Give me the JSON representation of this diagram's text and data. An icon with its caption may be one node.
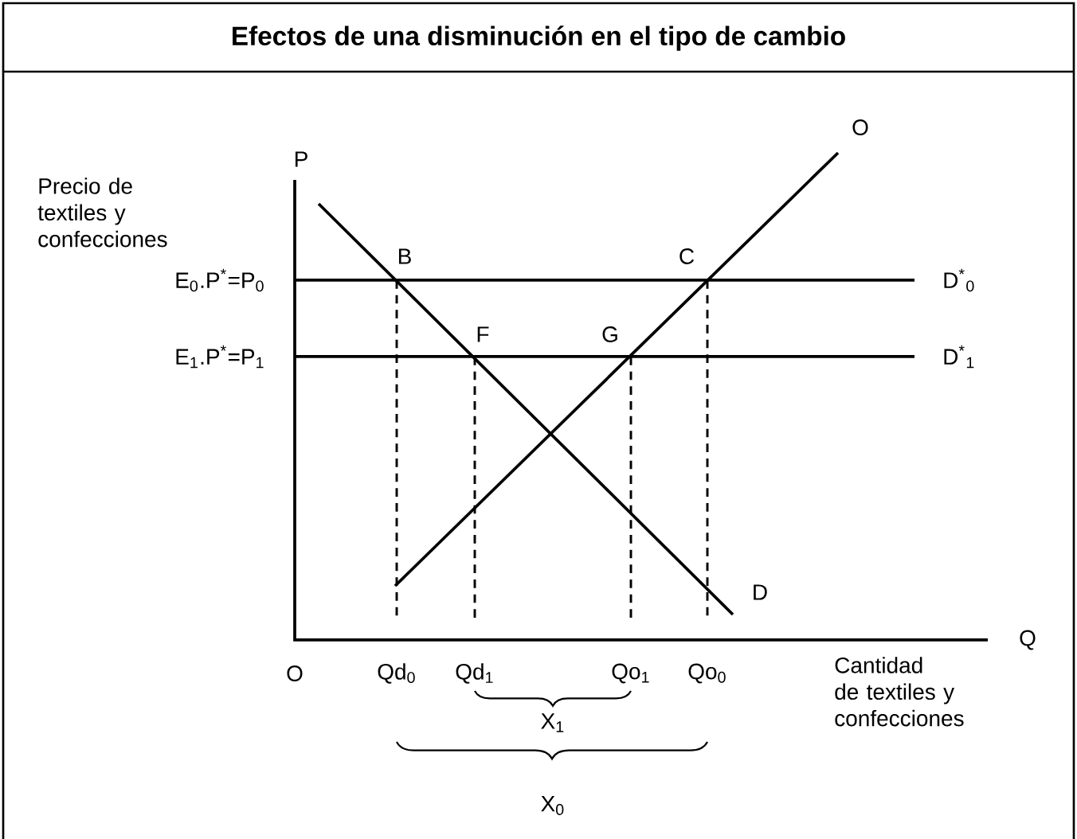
{
  "diagram": {
    "title": "Efectos de una disminución en el tipo de cambio",
    "labels": [
      "Precio de textiles y confecciones",
      "P",
      "O",
      "B",
      "C",
      "E$_{0}$.P$^{*}$=P$_{0}$",
      "D$^{*}$$_{0}$",
      "F",
      "G",
      "E$_{1}$.P$^{*}$=P$_{1}$",
      "D$^{*}$$_{1}$",
      "D",
      "Q",
      "O",
      "Qd$_{0}$",
      "Qd$_{1}$",
      "Qo$_{1}$",
      "Qo$_{0}$",
      "Cantidad de textiles y confecciones",
      "X$_{1}$",
      "X$_{0}$"
    ]
  }
}
